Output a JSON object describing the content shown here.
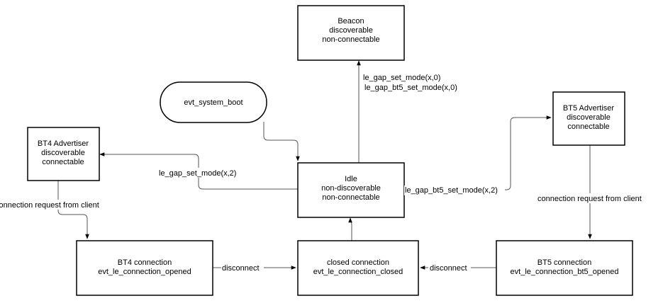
{
  "nodes": {
    "beacon": [
      "Beacon",
      "discoverable",
      "non-connectable"
    ],
    "boot": [
      "evt_system_boot"
    ],
    "bt4_advertiser": [
      "BT4 Advertiser",
      "discoverable",
      "connectable"
    ],
    "idle": [
      "Idle",
      "non-discoverable",
      "non-connectable"
    ],
    "bt5_advertiser": [
      "BT5 Advertiser",
      "discoverable",
      "connectable"
    ],
    "bt4_connection": [
      "BT4 connection",
      "evt_le_connection_opened"
    ],
    "closed_connection": [
      "closed connection",
      "evt_le_connection_closed"
    ],
    "bt5_connection": [
      "BT5 connection",
      "evt_le_connection_bt5_opened"
    ]
  },
  "edge_labels": {
    "idle_to_beacon": [
      "le_gap_set_mode(x,0)",
      "le_gap_bt5_set_mode(x,0)"
    ],
    "idle_to_bt4": "le_gap_set_mode(x,2)",
    "idle_to_bt5": "le_gap_bt5_set_mode(x,2)",
    "bt4_to_conn": "connection request from client",
    "bt5_to_conn": "connection request from client",
    "bt4conn_to_closed": "disconnect",
    "bt5conn_to_closed": "disconnect"
  },
  "colors": {
    "stroke": "#000000",
    "edge": "#555555",
    "background": "#ffffff"
  }
}
